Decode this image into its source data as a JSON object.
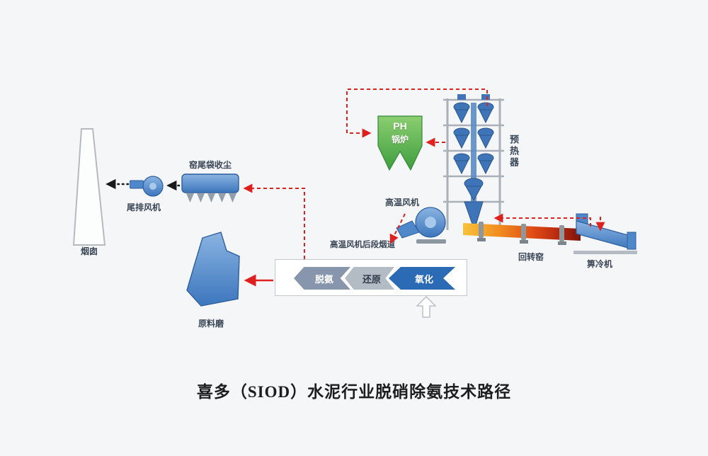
{
  "title": "喜多（SIOD）水泥行业脱硝除氨技术路径",
  "nodes": {
    "chimney": {
      "label": "烟囱"
    },
    "tail_fan": {
      "label": "尾排风机"
    },
    "bag_filter": {
      "label": "窑尾袋收尘"
    },
    "raw_mill": {
      "label": "原料磨"
    },
    "flue_duct": {
      "label": "高温风机后段烟道"
    },
    "ht_fan": {
      "label": "高温风机"
    },
    "ph_boiler": {
      "line1": "PH",
      "line2": "锅炉"
    },
    "preheater": {
      "label": "预热器"
    },
    "rotary_kiln": {
      "label": "回转窑"
    },
    "grate_cooler": {
      "label": "箅冷机"
    }
  },
  "process": {
    "steps": [
      {
        "label": "脱氨"
      },
      {
        "label": "还原"
      },
      {
        "label": "氧化"
      }
    ]
  },
  "colors": {
    "background": "#f5f6f7",
    "red_arrow": "#e01f1f",
    "black_arrow": "#1a1a1a",
    "equipment_blue": "#3c76bd",
    "boiler_green": "#3f9e3e",
    "kiln_hot_orange": "#f08a1d",
    "kiln_dark_red": "#7c150c",
    "step_deamination": "#8796ac",
    "step_reduction": "#b3bbc4",
    "step_oxidation": "#2b6ab4"
  }
}
